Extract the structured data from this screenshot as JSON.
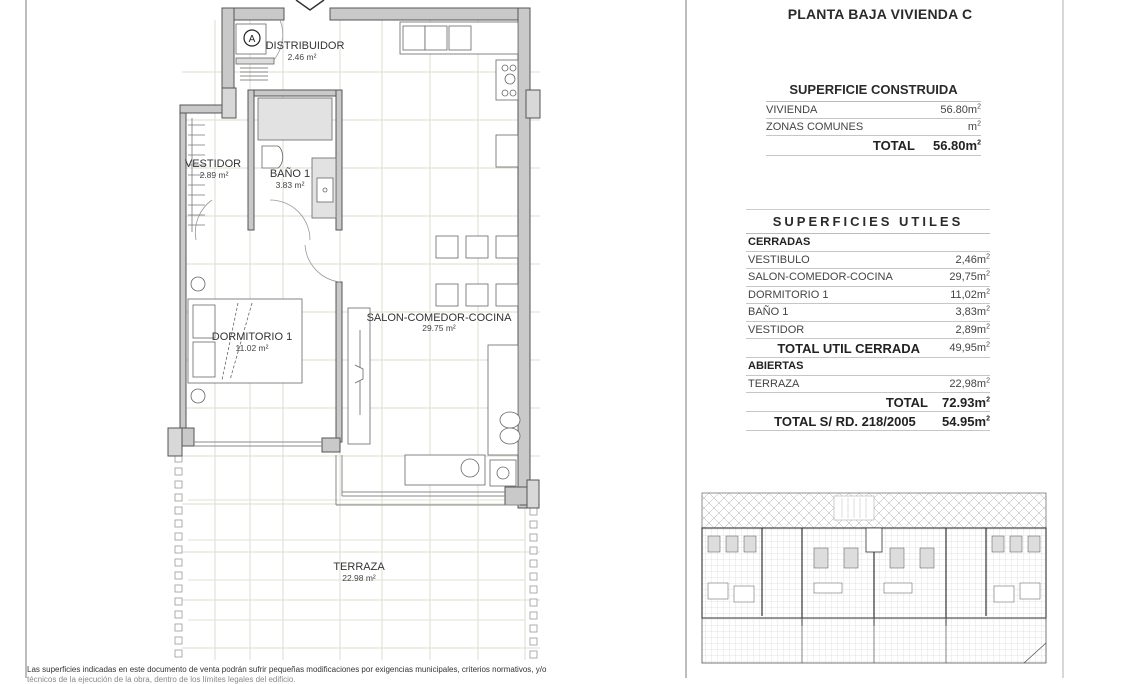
{
  "header": {
    "title": "PLANTA BAJA VIVIENDA C"
  },
  "superficie_construida": {
    "title": "SUPERFICIE CONSTRUIDA",
    "rows": [
      {
        "label": "VIVIENDA",
        "value": "56.80",
        "unit": "m"
      },
      {
        "label": "ZONAS COMUNES",
        "value": "",
        "unit": "m"
      }
    ],
    "total": {
      "label": "TOTAL",
      "value": "56.80",
      "unit": "m"
    }
  },
  "superficies_utiles": {
    "title": "SUPERFICIES UTILES",
    "cerradas_label": "CERRADAS",
    "cerradas": [
      {
        "label": "VESTIBULO",
        "value": "2,46",
        "unit": "m"
      },
      {
        "label": "SALON-COMEDOR-COCINA",
        "value": "29,75",
        "unit": "m"
      },
      {
        "label": "DORMITORIO 1",
        "value": "11,02",
        "unit": "m"
      },
      {
        "label": "BAÑO 1",
        "value": "3,83",
        "unit": "m"
      },
      {
        "label": "VESTIDOR",
        "value": "2,89",
        "unit": "m"
      }
    ],
    "total_cerrada": {
      "label": "TOTAL UTIL CERRADA",
      "value": "49,95",
      "unit": "m"
    },
    "abiertas_label": "ABIERTAS",
    "abiertas": [
      {
        "label": "TERRAZA",
        "value": "22,98",
        "unit": "m"
      }
    ],
    "total": {
      "label": "TOTAL",
      "value": "72.93",
      "unit": "m"
    },
    "total_rd": {
      "label": "TOTAL S/ RD. 218/2005",
      "value": "54.95",
      "unit": "m"
    }
  },
  "floor_plan": {
    "rooms": [
      {
        "name": "DISTRIBUIDOR",
        "area": "2.46 m²"
      },
      {
        "name": "VESTIDOR",
        "area": "2.89 m²"
      },
      {
        "name": "BAÑO 1",
        "area": "3.83 m²"
      },
      {
        "name": "DORMITORIO 1",
        "area": "11.02 m²"
      },
      {
        "name": "SALON-COMEDOR-COCINA",
        "area": "29.75 m²"
      },
      {
        "name": "TERRAZA",
        "area": "22.98 m²"
      }
    ],
    "marker": "A",
    "unit_superscript": "2"
  },
  "disclaimer": {
    "line1": "Las superficies indicadas en este documento de venta podrán sufrir pequeñas modificaciones por exigencias municipales, criterios normativos, y/o",
    "line2": "técnicos de la ejecución de la obra, dentro de los límites legales del edificio."
  },
  "colors": {
    "wall": "#8a8a8a",
    "wall_fill": "#c9c9c9",
    "grid": "#d8d8cc",
    "divider": "#bdbdbd"
  }
}
